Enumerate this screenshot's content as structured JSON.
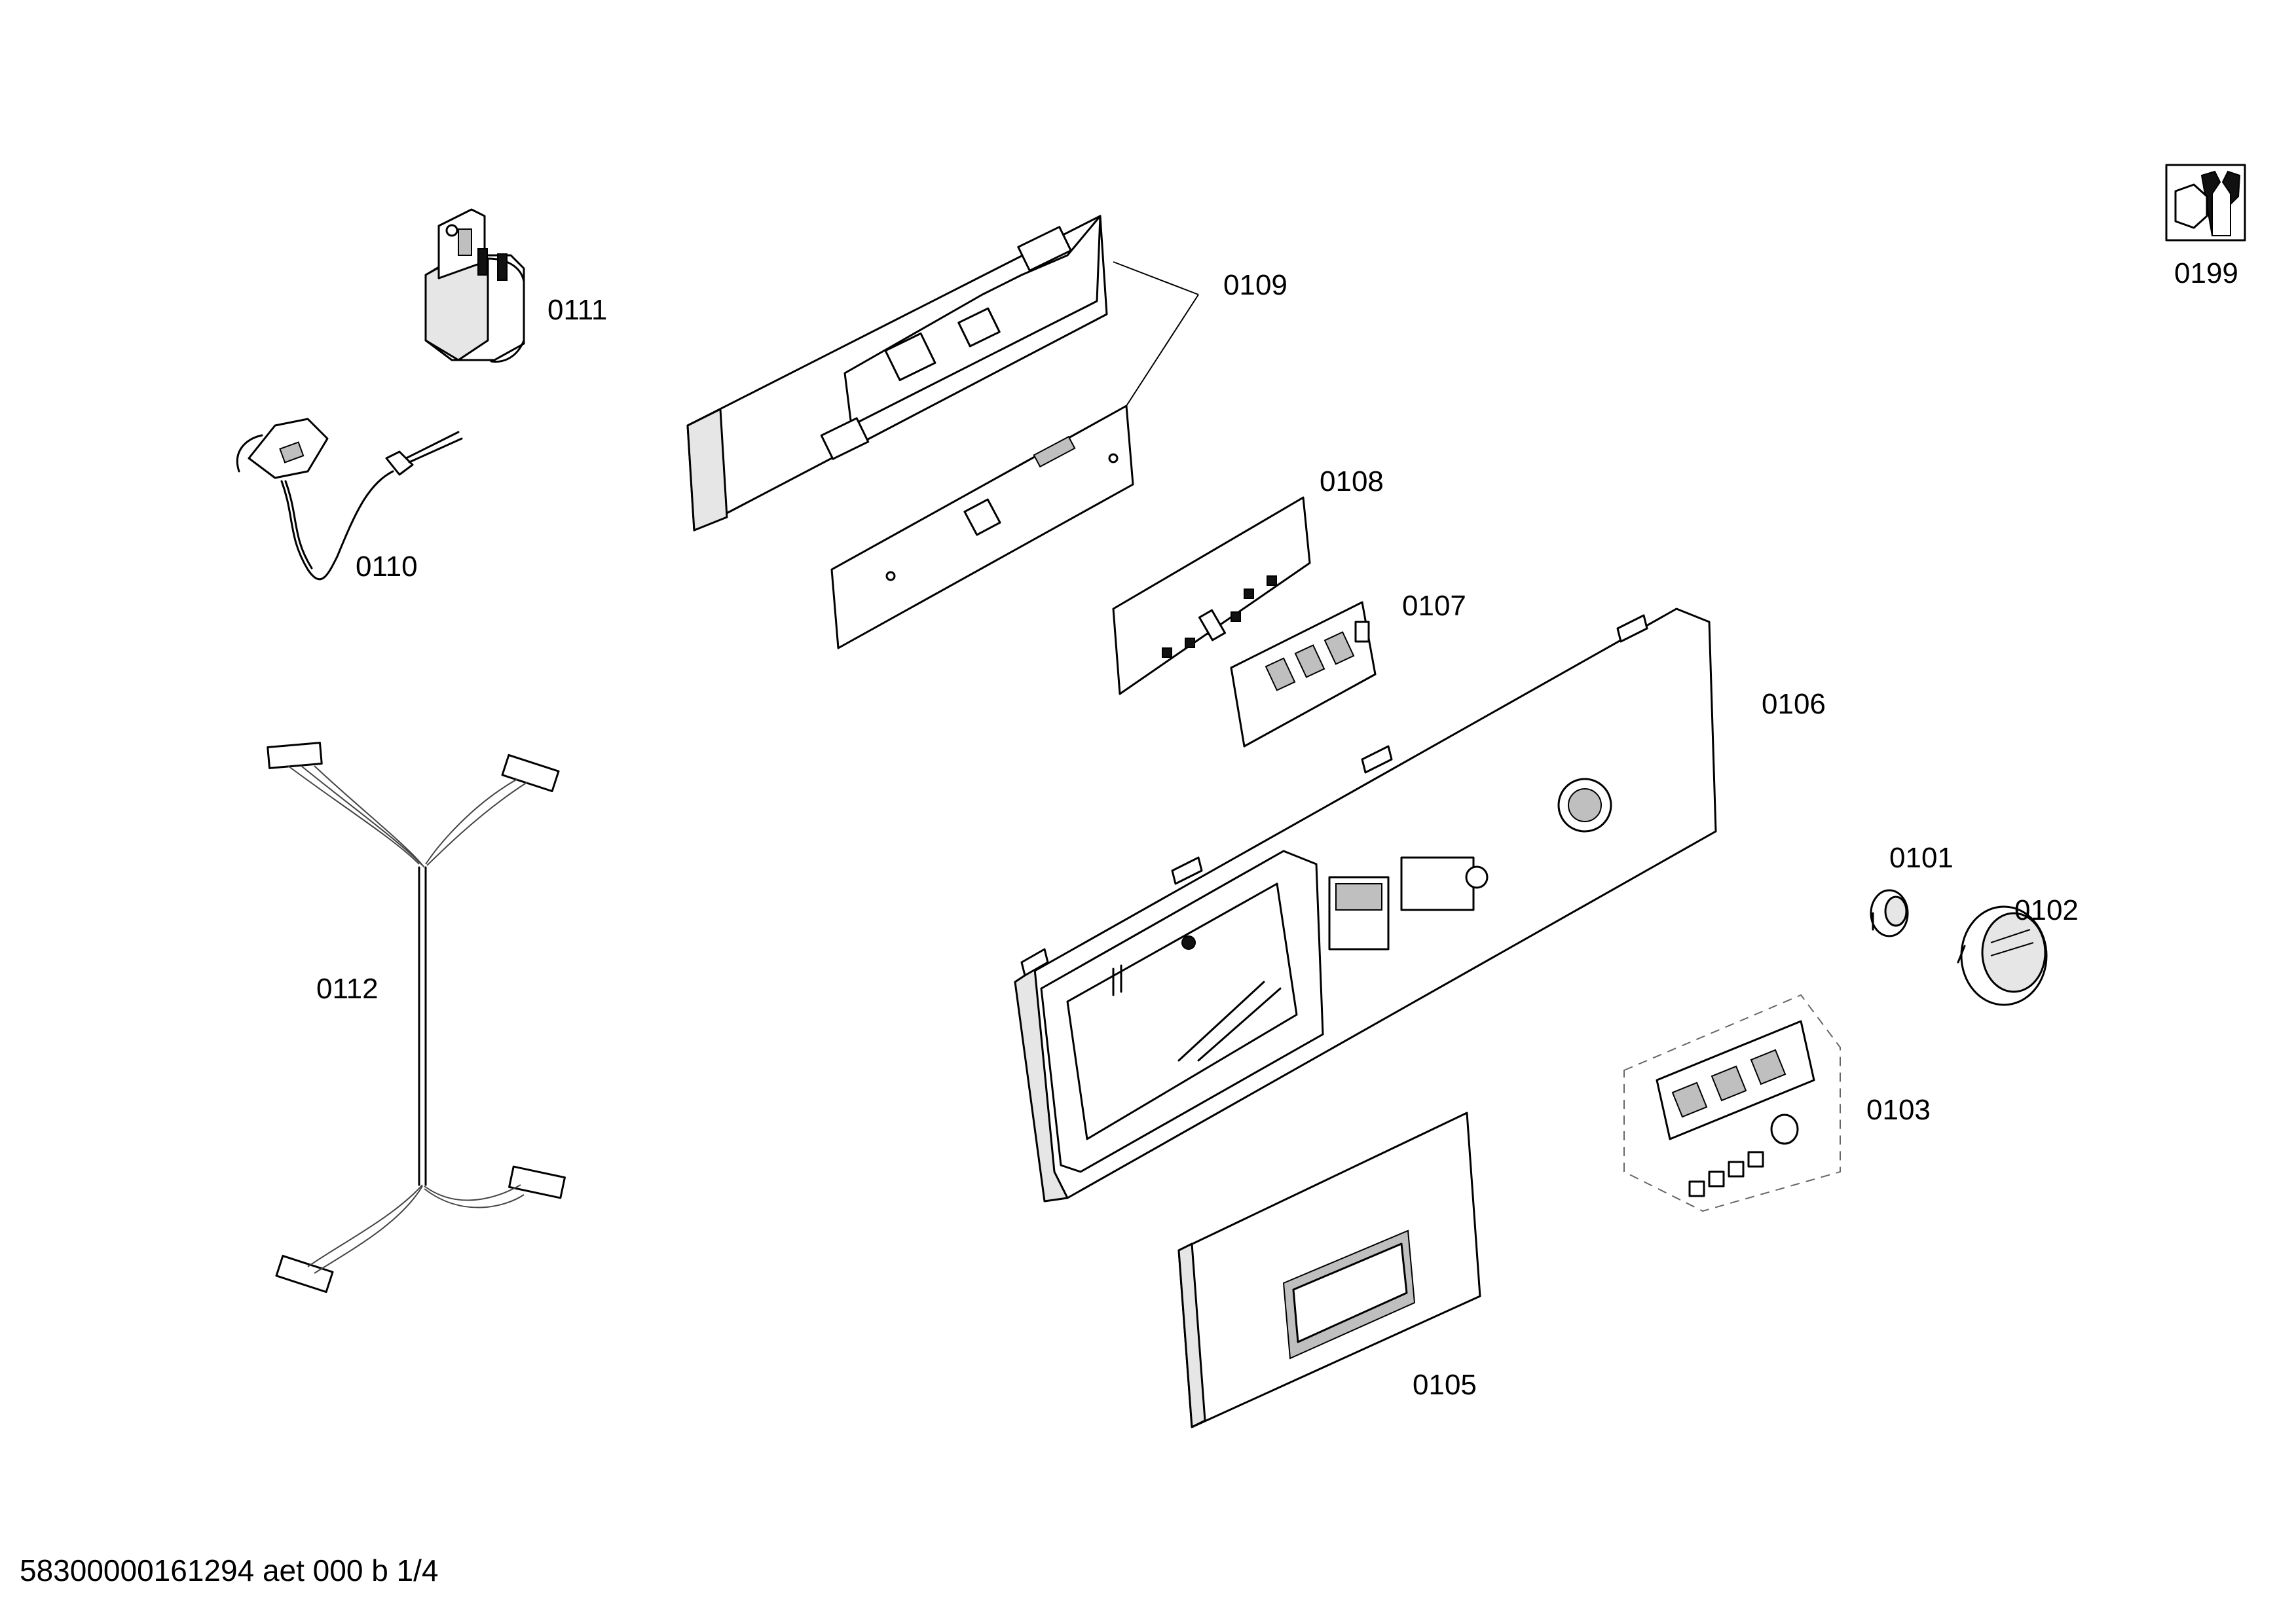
{
  "parts": [
    {
      "id": "0101",
      "label": "0101"
    },
    {
      "id": "0102",
      "label": "0102"
    },
    {
      "id": "0103",
      "label": "0103"
    },
    {
      "id": "0105",
      "label": "0105"
    },
    {
      "id": "0106",
      "label": "0106"
    },
    {
      "id": "0107",
      "label": "0107"
    },
    {
      "id": "0108",
      "label": "0108"
    },
    {
      "id": "0109",
      "label": "0109"
    },
    {
      "id": "0110",
      "label": "0110"
    },
    {
      "id": "0111",
      "label": "0111"
    },
    {
      "id": "0112",
      "label": "0112"
    },
    {
      "id": "0199",
      "label": "0199"
    }
  ],
  "footer": {
    "text": "58300000161294 aet 000 b 1/4"
  },
  "icons": {
    "service": "wrench-nut-icon"
  }
}
